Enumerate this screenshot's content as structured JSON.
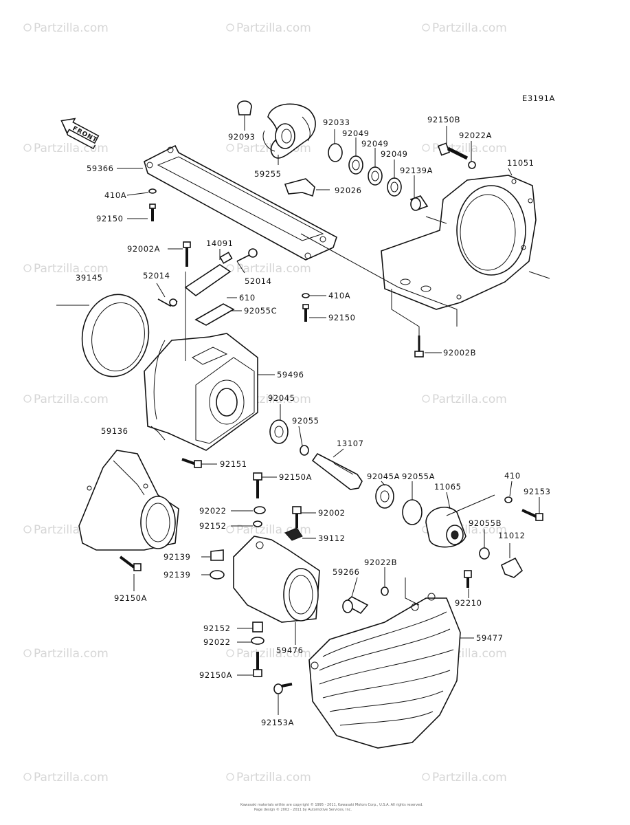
{
  "diagram_code": "E3191A",
  "front_label": "FRONT",
  "watermark": "Partzilla.com",
  "copyright_line1": "Kawasaki materials within are copyright © 1995 - 2011, Kawasaki Motors Corp., U.S.A. All rights reserved.",
  "copyright_line2": "Page design © 2002 - 2011 by Automotive Services, Inc.",
  "parts": [
    {
      "id": "92093",
      "label": "92093"
    },
    {
      "id": "92033",
      "label": "92033"
    },
    {
      "id": "92049-a",
      "label": "92049"
    },
    {
      "id": "92049-b",
      "label": "92049"
    },
    {
      "id": "92049-c",
      "label": "92049"
    },
    {
      "id": "92150B",
      "label": "92150B"
    },
    {
      "id": "92022A",
      "label": "92022A"
    },
    {
      "id": "59366",
      "label": "59366"
    },
    {
      "id": "59255",
      "label": "59255"
    },
    {
      "id": "92139A",
      "label": "92139A"
    },
    {
      "id": "11051",
      "label": "11051"
    },
    {
      "id": "410A-top",
      "label": "410A"
    },
    {
      "id": "92026",
      "label": "92026"
    },
    {
      "id": "92150-top",
      "label": "92150"
    },
    {
      "id": "92002A",
      "label": "92002A"
    },
    {
      "id": "14091",
      "label": "14091"
    },
    {
      "id": "39145",
      "label": "39145"
    },
    {
      "id": "52014-left",
      "label": "52014"
    },
    {
      "id": "52014-right",
      "label": "52014"
    },
    {
      "id": "410A-mid",
      "label": "410A"
    },
    {
      "id": "610",
      "label": "610"
    },
    {
      "id": "92055C",
      "label": "92055C"
    },
    {
      "id": "92150-mid",
      "label": "92150"
    },
    {
      "id": "92002B",
      "label": "92002B"
    },
    {
      "id": "59496",
      "label": "59496"
    },
    {
      "id": "92045",
      "label": "92045"
    },
    {
      "id": "92055",
      "label": "92055"
    },
    {
      "id": "59136",
      "label": "59136"
    },
    {
      "id": "13107",
      "label": "13107"
    },
    {
      "id": "92151",
      "label": "92151"
    },
    {
      "id": "92150A-top",
      "label": "92150A"
    },
    {
      "id": "92045A",
      "label": "92045A"
    },
    {
      "id": "92055A",
      "label": "92055A"
    },
    {
      "id": "410",
      "label": "410"
    },
    {
      "id": "11065",
      "label": "11065"
    },
    {
      "id": "92153",
      "label": "92153"
    },
    {
      "id": "92022-top",
      "label": "92022"
    },
    {
      "id": "92002",
      "label": "92002"
    },
    {
      "id": "92152-top",
      "label": "92152"
    },
    {
      "id": "39112",
      "label": "39112"
    },
    {
      "id": "92055B",
      "label": "92055B"
    },
    {
      "id": "11012",
      "label": "11012"
    },
    {
      "id": "92139-a",
      "label": "92139"
    },
    {
      "id": "92139-b",
      "label": "92139"
    },
    {
      "id": "92022B",
      "label": "92022B"
    },
    {
      "id": "59266",
      "label": "59266"
    },
    {
      "id": "92150A-left",
      "label": "92150A"
    },
    {
      "id": "92210",
      "label": "92210"
    },
    {
      "id": "92152-bottom",
      "label": "92152"
    },
    {
      "id": "59477",
      "label": "59477"
    },
    {
      "id": "92022-bottom",
      "label": "92022"
    },
    {
      "id": "59476",
      "label": "59476"
    },
    {
      "id": "92150A-bottom",
      "label": "92150A"
    },
    {
      "id": "92153A",
      "label": "92153A"
    }
  ]
}
